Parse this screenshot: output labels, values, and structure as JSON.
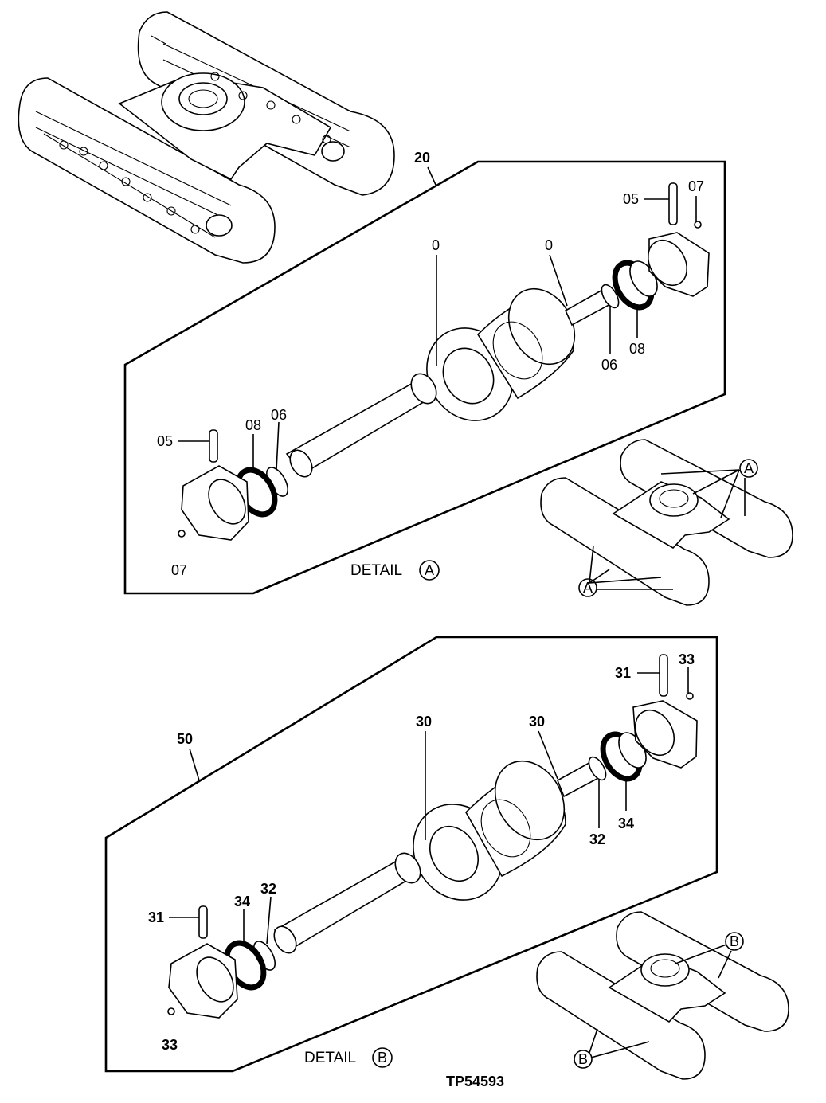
{
  "detail_a": {
    "assembly_label": "20",
    "labels": {
      "pin_right": "05",
      "screw_right": "07",
      "roller_left": "0",
      "roller_right": "0",
      "ring_right": "06",
      "seal_right": "08",
      "pin_left": "05",
      "seal_left": "08",
      "ring_left": "06",
      "screw_left": "07"
    },
    "detail_text": "DETAIL",
    "circle_letter": "A",
    "callout_top": "A",
    "callout_bottom": "A"
  },
  "detail_b": {
    "assembly_label": "50",
    "labels": {
      "pin_right": "31",
      "screw_right": "33",
      "roller_left": "30",
      "roller_right": "30",
      "ring_right": "32",
      "seal_right": "34",
      "pin_left": "31",
      "seal_left": "34",
      "ring_left": "32",
      "screw_left": "33"
    },
    "detail_text": "DETAIL",
    "circle_letter": "B",
    "callout_top": "B",
    "callout_bottom": "B"
  },
  "figure_code": "TP54593"
}
